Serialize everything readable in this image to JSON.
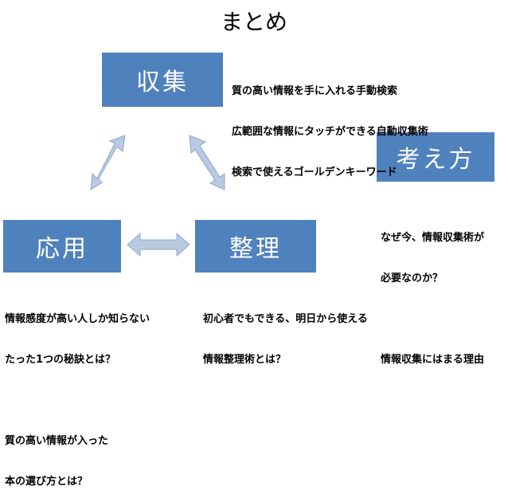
{
  "title": "まとめ",
  "boxes": {
    "collect": "収集",
    "think": "考え方",
    "apply": "応用",
    "organize": "整理"
  },
  "notes": {
    "collect": [
      "質の高い情報を手に入れる手動検索",
      "広範囲な情報にタッチができる自動収集術",
      "検索で使えるゴールデンキーワード"
    ],
    "think": [
      "なぜ今、情報収集術が",
      "必要なのか？",
      "",
      "情報収集にはまる理由"
    ],
    "apply": [
      "情報感度が高い人しか知らない",
      "たった1つの秘訣とは？",
      "",
      "質の高い情報が入った",
      "本の選び方とは？"
    ],
    "organize": [
      "初心者でもできる、明日から使える",
      "情報整理術とは？"
    ]
  },
  "colors": {
    "box": "#4f81bd",
    "arrow_fill": "#b9c9e0",
    "arrow_stroke": "#8eaad0"
  }
}
